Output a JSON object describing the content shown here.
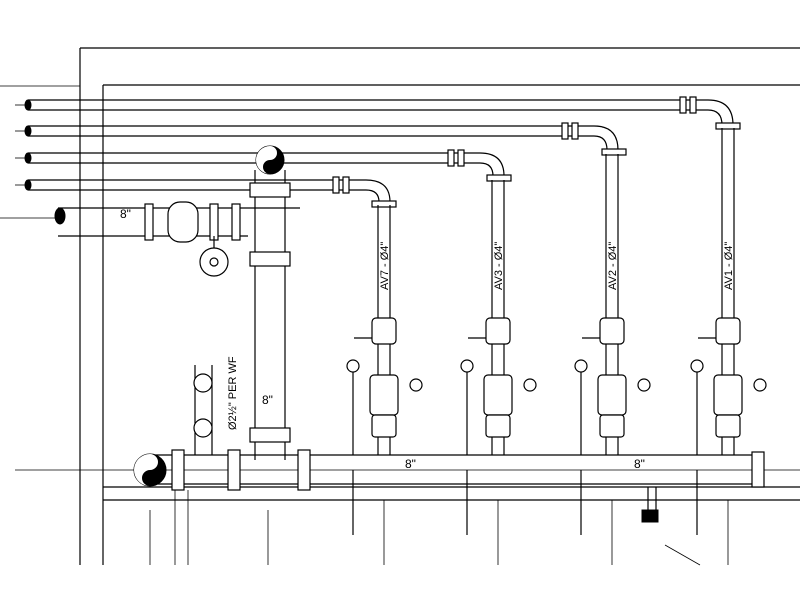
{
  "drawing": {
    "labels": {
      "main_size_upper": "8\"",
      "riser_size": "8\"",
      "header_size_left": "8\"",
      "header_size_right": "8\"",
      "branch_note": "Ø2½\" PER WF"
    },
    "risers": [
      {
        "id": "av7",
        "label": "AV7 - Ø4\""
      },
      {
        "id": "av3",
        "label": "AV3 - Ø4\""
      },
      {
        "id": "av2",
        "label": "AV2 - Ø4\""
      },
      {
        "id": "av1",
        "label": "AV1 - Ø4\""
      }
    ]
  }
}
